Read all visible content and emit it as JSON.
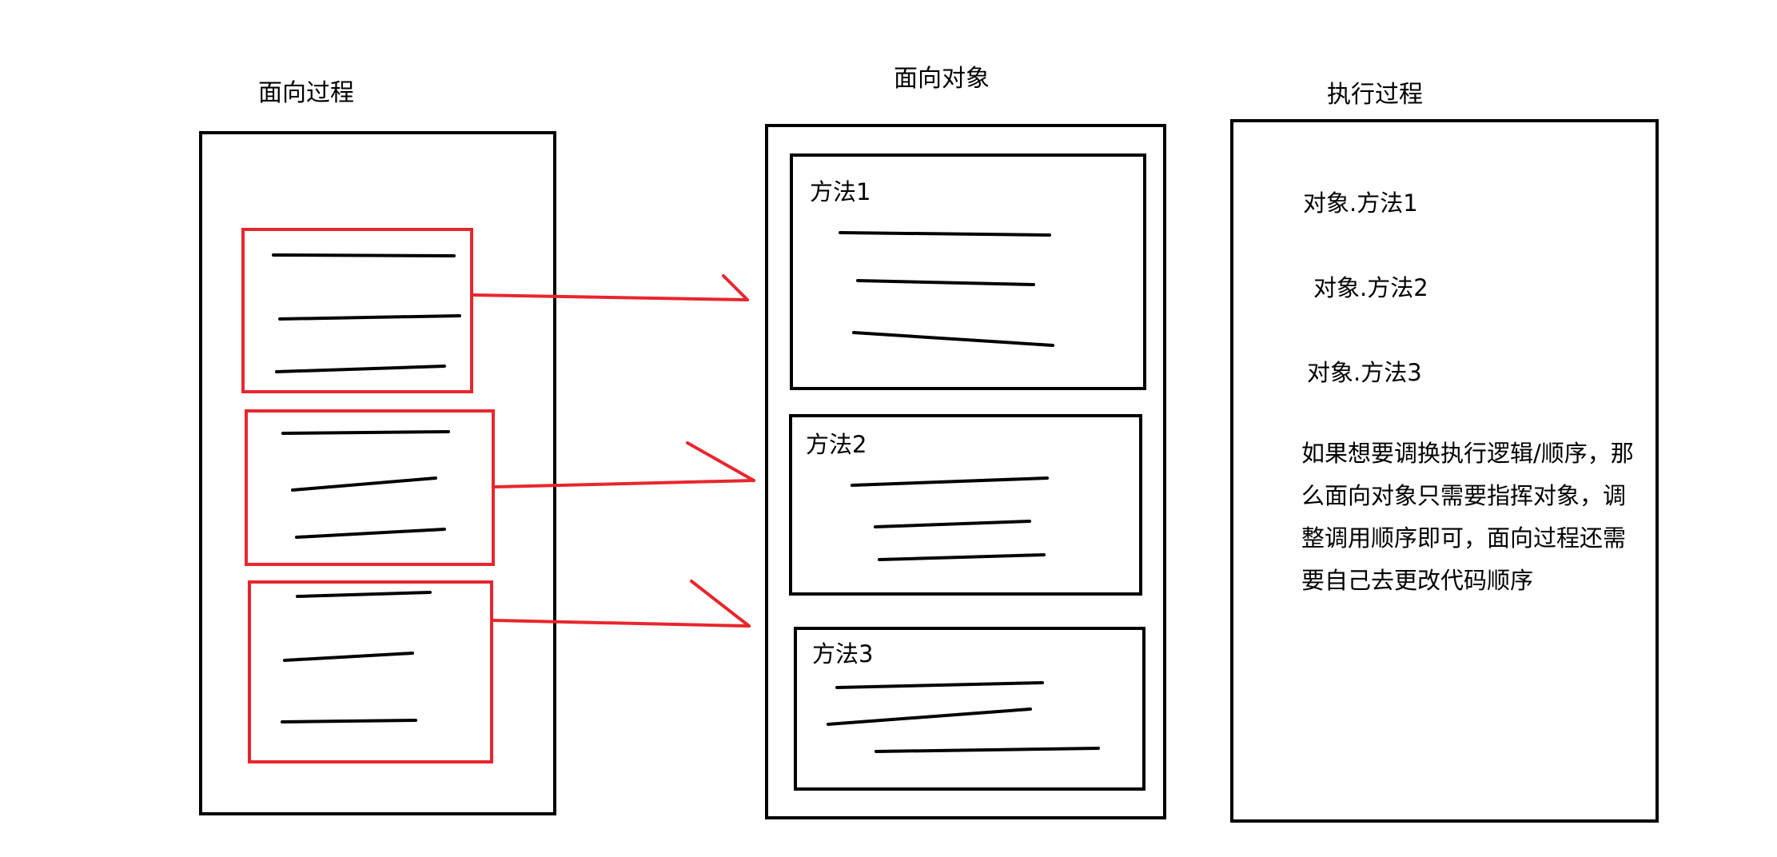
{
  "headings": {
    "procedural": "面向过程",
    "object_oriented": "面向对象",
    "execution": "执行过程"
  },
  "methods": [
    "方法1",
    "方法2",
    "方法3"
  ],
  "calls": [
    "对象.方法1",
    "对象.方法2",
    "对象.方法3"
  ],
  "note_lines": [
    "如果想要调换执行逻辑/顺序，那",
    "么面向对象只需要指挥对象，调",
    "整调用顺序即可，面向过程还需",
    "要自己去更改代码顺序"
  ],
  "colors": {
    "ink": "#000000",
    "accent": "#e8262d"
  }
}
